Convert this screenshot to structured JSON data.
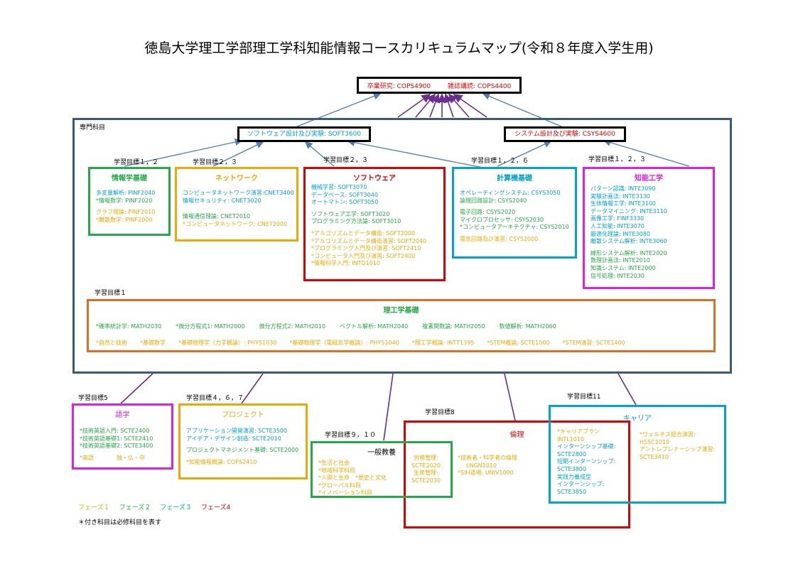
{
  "title": "徳島大学理工学部理工学科知能情報コースカリキュラムマップ(令和８年度入学生用)",
  "colors": {
    "phase1": "#f0a800",
    "phase2": "#22aa44",
    "phase3": "#00a3d0",
    "phase4": "#e00000",
    "frame": "#3a5a7a",
    "arrow": "#4a7fb5",
    "arrow_top": "#6a2c91"
  },
  "graduation": {
    "research": "卒業研究: COPS4900",
    "seminar": "雑誌講読: COPS4400"
  },
  "senmon_label": "専門科目",
  "soft_lab": "ソフトウェア設計及び実験: SOFT3600",
  "sys_lab": "システム設計及び実験: CSYS4600",
  "goals": {
    "joho": "学習目標１，２",
    "net": "学習目標２，３",
    "soft": "学習目標２，３",
    "keisan": "学習目標１，２，６",
    "chino": "学習目標１，２，３",
    "riko": "学習目標１",
    "gogaku": "学習目標5",
    "project": "学習目標４，６，７",
    "ippan": "学習目標９，１０",
    "rinri": "学習目標8",
    "career": "学習目標11"
  },
  "boxes": {
    "joho": {
      "title": "情報学基礎",
      "items": [
        "多変量解析: PINF2040",
        "*情報数学: PINF2020",
        "",
        "グラフ理論: PINF2010",
        "*離散数学: PINF2000"
      ]
    },
    "net": {
      "title": "ネットワーク",
      "items": [
        "コンピュータネットワーク演習:CNET3400",
        "情報セキュリティ: CNET3020",
        "",
        "",
        "情報通信理論: CNET2010",
        "*コンピュータネットワーク: CNET2000"
      ]
    },
    "soft": {
      "title": "ソフトウェア",
      "items": [
        "機械学習: SOFT3070",
        "データベース: SOFT3040",
        "オートマトン: SOFT3050",
        "",
        "ソフトウェア工学: SOFT3020",
        "プログラミング方法論: SOFT3010",
        "",
        "*アルゴリズムとデータ構造: SOFT2000",
        "*アルゴリズムとデータ構造演習: SOFT2040",
        "*プログラミング入門及び演習: SOFT2410",
        "*コンピュータ入門及び演習: SOFT2400",
        "*情報科学入門: INTD1010"
      ]
    },
    "keisan": {
      "title": "計算機基礎",
      "items": [
        "オペレーティングシステム: CSYS3050",
        "論理回路設計: CSYS2040",
        "",
        "電子回路: CSYS2020",
        "マイクロプロセッサ: CSYS2030",
        "*コンピュータアーキテクチャ: CSYS2010",
        "",
        "電気回路及び演習: CSYS2000"
      ]
    },
    "chino": {
      "title": "知能工学",
      "items": [
        "パターン認識: INTE3090",
        "実験計画法: INTE3130",
        "生体情報工学: INTE3100",
        "データマイニング: INTE3110",
        "画像工学: FINF3330",
        "人工知能: INTE3070",
        "最適化理論: INTE3080",
        "離散システム解析: INTE3060",
        "",
        "線形システム解析: INTE2020",
        "数理計画法: INTE2010",
        "知識システム: INTE2000",
        "信号処理: INTE2030"
      ]
    },
    "riko": {
      "title": "理工学基礎",
      "row1": [
        "*確率統計学: MATH2030",
        "*微分方程式1: MATH2000",
        "微分方程式2: MATH2010",
        "ベクトル解析: MATH2040",
        "複素関数論: MATH2050",
        "数値解析: MATH2060"
      ],
      "row2": [
        "*自然と技術",
        "*基礎数学",
        "*基礎物理学（力学概論）: PHYS1030",
        "*基礎物理学（電磁気学概論）: PHYS1040",
        "*理工学概論: INTT1395",
        "*STEM概論: SCTE1000",
        "*STEM演習: SCTE1400"
      ]
    },
    "gogaku": {
      "title": "語学",
      "items": [
        "*技術英語入門: SCTE2400",
        "*技術英語基礎1: SCTE2410",
        "*技術英語基礎2: SCTE3400",
        "",
        "*英語　　　　独・仏・中"
      ]
    },
    "project": {
      "title": "プロジェクト",
      "items": [
        "アプリケーション開発演習: SCTE3500",
        "アイデア・デザイン創造: SCTE2010",
        "",
        "プロジェクトマネジメント基礎: SCTE2000",
        "",
        "*知能情報概論: COPS2410"
      ]
    },
    "ippan": {
      "title": "一般教養",
      "items": [
        "*生活と社会",
        "*地域科学科目",
        "*人間と生命　*歴史と文化",
        "*グローバル科目",
        "*イノベーション科目"
      ]
    },
    "rinri": {
      "title": "倫理",
      "left": [
        "労務管理:",
        "SCTE2020",
        "生産管理:",
        "SCTE2030"
      ],
      "mid": [
        "*技術者・科学者の倫理",
        "LNGN1010",
        "*SIH道場: UNIV1000"
      ]
    },
    "career": {
      "title": "キャリア",
      "left": [
        "*キャリアプラン",
        "INTL1010",
        "インターンシップ基礎:",
        "SCTE2800",
        "短期インターンシップ:",
        "SCTE3800",
        "実践力養成型",
        "インターンシップ:",
        "SCTE3850"
      ],
      "right": [
        "*ウェルネス総合演習:",
        "HSSC1010",
        "アントレプレナーシップ演習:",
        "SCTE3410"
      ]
    }
  },
  "legend": {
    "p1": "フェーズ１",
    "p2": "フェーズ２",
    "p3": "フェーズ３",
    "p4": "フェーズ4"
  },
  "note": "＊付き科目は必修科目を表す"
}
